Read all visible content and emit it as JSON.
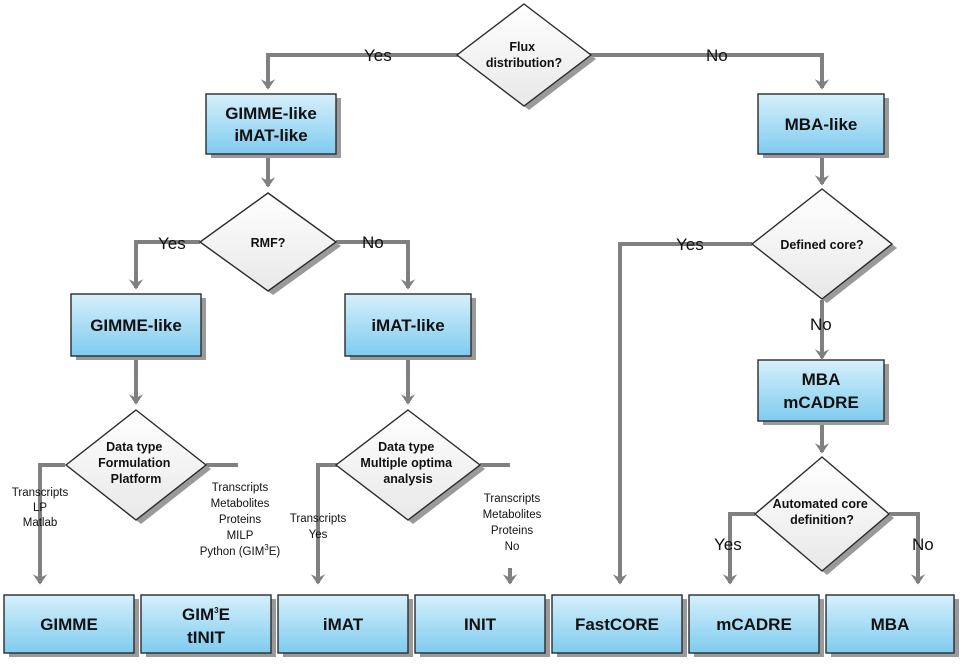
{
  "decisions": {
    "flux": "Flux distribution?",
    "rmf": "RMF?",
    "gimme_data": [
      "Data type",
      "Formulation",
      "Platform"
    ],
    "imat_data": [
      "Data type",
      "Multiple optima",
      "analysis"
    ],
    "defined_core": "Defined core?",
    "auto_core": [
      "Automated core",
      "definition?"
    ]
  },
  "groups": {
    "gimme_imat_like": [
      "GIMME-like",
      "iMAT-like"
    ],
    "mba_like": "MBA-like",
    "gimme_like": "GIMME-like",
    "imat_like": "iMAT-like",
    "mba_mcadre": [
      "MBA",
      "mCADRE"
    ]
  },
  "methods": {
    "gimme": "GIMME",
    "gim3e": {
      "prefix": "GIM",
      "sup": "3",
      "suffix": "E"
    },
    "tinit": "tINIT",
    "imat": "iMAT",
    "init": "INIT",
    "fastcore": "FastCORE",
    "mcadre": "mCADRE",
    "mba": "MBA"
  },
  "edges": {
    "yes": "Yes",
    "no": "No"
  },
  "notes": {
    "gimme_branch": [
      "Transcripts",
      "LP",
      "Matlab"
    ],
    "gim3e_branch": [
      "Transcripts",
      "Metabolites",
      "Proteins",
      "MILP"
    ],
    "gim3e_python": {
      "prefix": "Python (GIM",
      "sup": "3",
      "suffix": "E)"
    },
    "imat_branch": [
      "Transcripts",
      "Yes"
    ],
    "init_branch": [
      "Transcripts",
      "Metabolites",
      "Proteins",
      "No"
    ]
  },
  "colors": {
    "box_top": "#d6f0fb",
    "box_bottom": "#7fcbef",
    "connector": "#808080",
    "outline": "#2b2b2b"
  }
}
